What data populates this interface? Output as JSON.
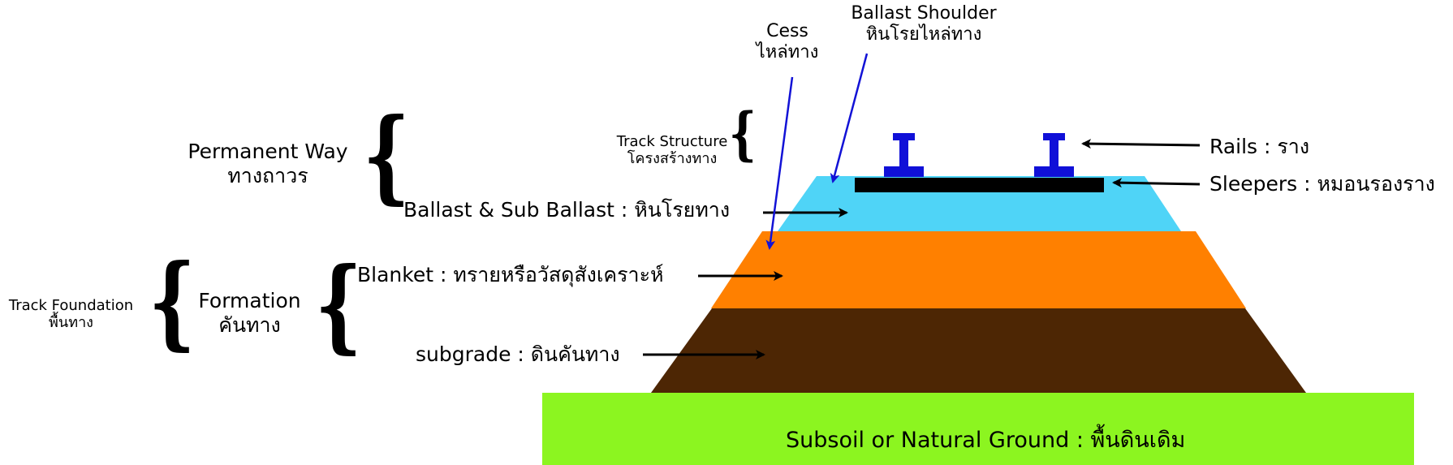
{
  "colors": {
    "ballast": "#4fd4f7",
    "blanket": "#ff8000",
    "subgrade": "#4d2604",
    "subsoil": "#8cf520",
    "rail": "#1010d8",
    "sleeper": "#000000",
    "arrow_black": "#000000",
    "arrow_blue": "#1212d6"
  },
  "icons": {
    "rail": "rail-profile-icon"
  },
  "labels": {
    "ballast_shoulder_en": "Ballast Shoulder",
    "ballast_shoulder_th": "หินโรยไหล่ทาง",
    "cess_en": "Cess",
    "cess_th": "ไหล่ทาง",
    "track_structure_en": "Track Structure",
    "track_structure_th": "โครงสร้างทาง",
    "permanent_way_en": "Permanent Way",
    "permanent_way_th": "ทางถาวร",
    "ballast": "Ballast & Sub Ballast : หินโรยทาง",
    "rails": "Rails : ราง",
    "sleepers": "Sleepers : หมอนรองราง",
    "track_foundation_en": "Track Foundation",
    "track_foundation_th": "พื้นทาง",
    "formation_en": "Formation",
    "formation_th": "คันทาง",
    "blanket": "Blanket : ทรายหรือวัสดุสังเคราะห์",
    "subgrade": "subgrade : ดินคันทาง",
    "subsoil": "Subsoil or Natural Ground : พื้นดินเดิม"
  }
}
